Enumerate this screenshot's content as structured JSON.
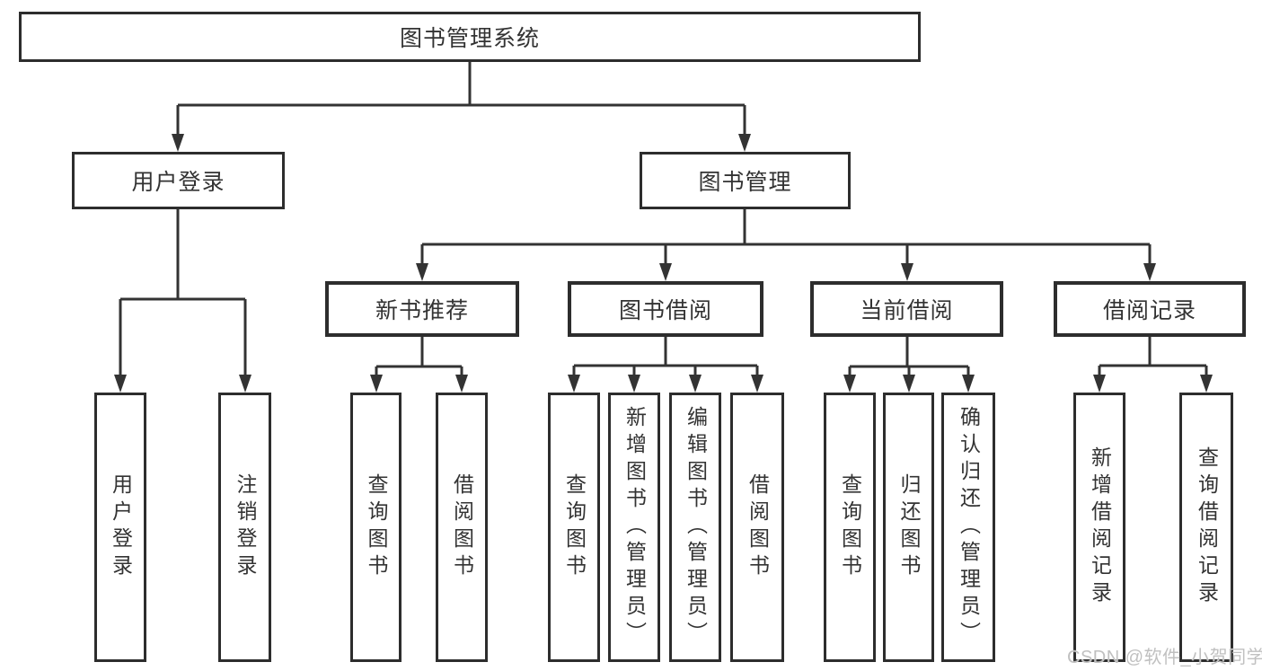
{
  "tree": {
    "root": {
      "label": "图书管理系统"
    },
    "branches": [
      {
        "key": "user_login",
        "label": "用户登录"
      },
      {
        "key": "book_management",
        "label": "图书管理"
      }
    ],
    "sections": [
      {
        "key": "new_book_recommend",
        "label": "新书推荐"
      },
      {
        "key": "book_borrow",
        "label": "图书借阅"
      },
      {
        "key": "current_borrow",
        "label": "当前借阅"
      },
      {
        "key": "borrow_records",
        "label": "借阅记录"
      }
    ],
    "leaves": {
      "user_login": [
        "用户登录",
        "注销登录"
      ],
      "new_book_recommend": [
        "查询图书",
        "借阅图书"
      ],
      "book_borrow": [
        "查询图书",
        "新增图书（管理员）",
        "编辑图书（管理员）",
        "借阅图书"
      ],
      "current_borrow": [
        "查询图书",
        "归还图书",
        "确认归还（管理员）"
      ],
      "borrow_records": [
        "新增借阅记录",
        "查询借阅记录"
      ]
    }
  },
  "watermark": {
    "text": "CSDN @软件_小贺同学"
  },
  "colors": {
    "line": "#333333",
    "border": "#2d2d2d",
    "text": "#333333",
    "watermark": "#c0c0c0",
    "background": "#ffffff"
  }
}
